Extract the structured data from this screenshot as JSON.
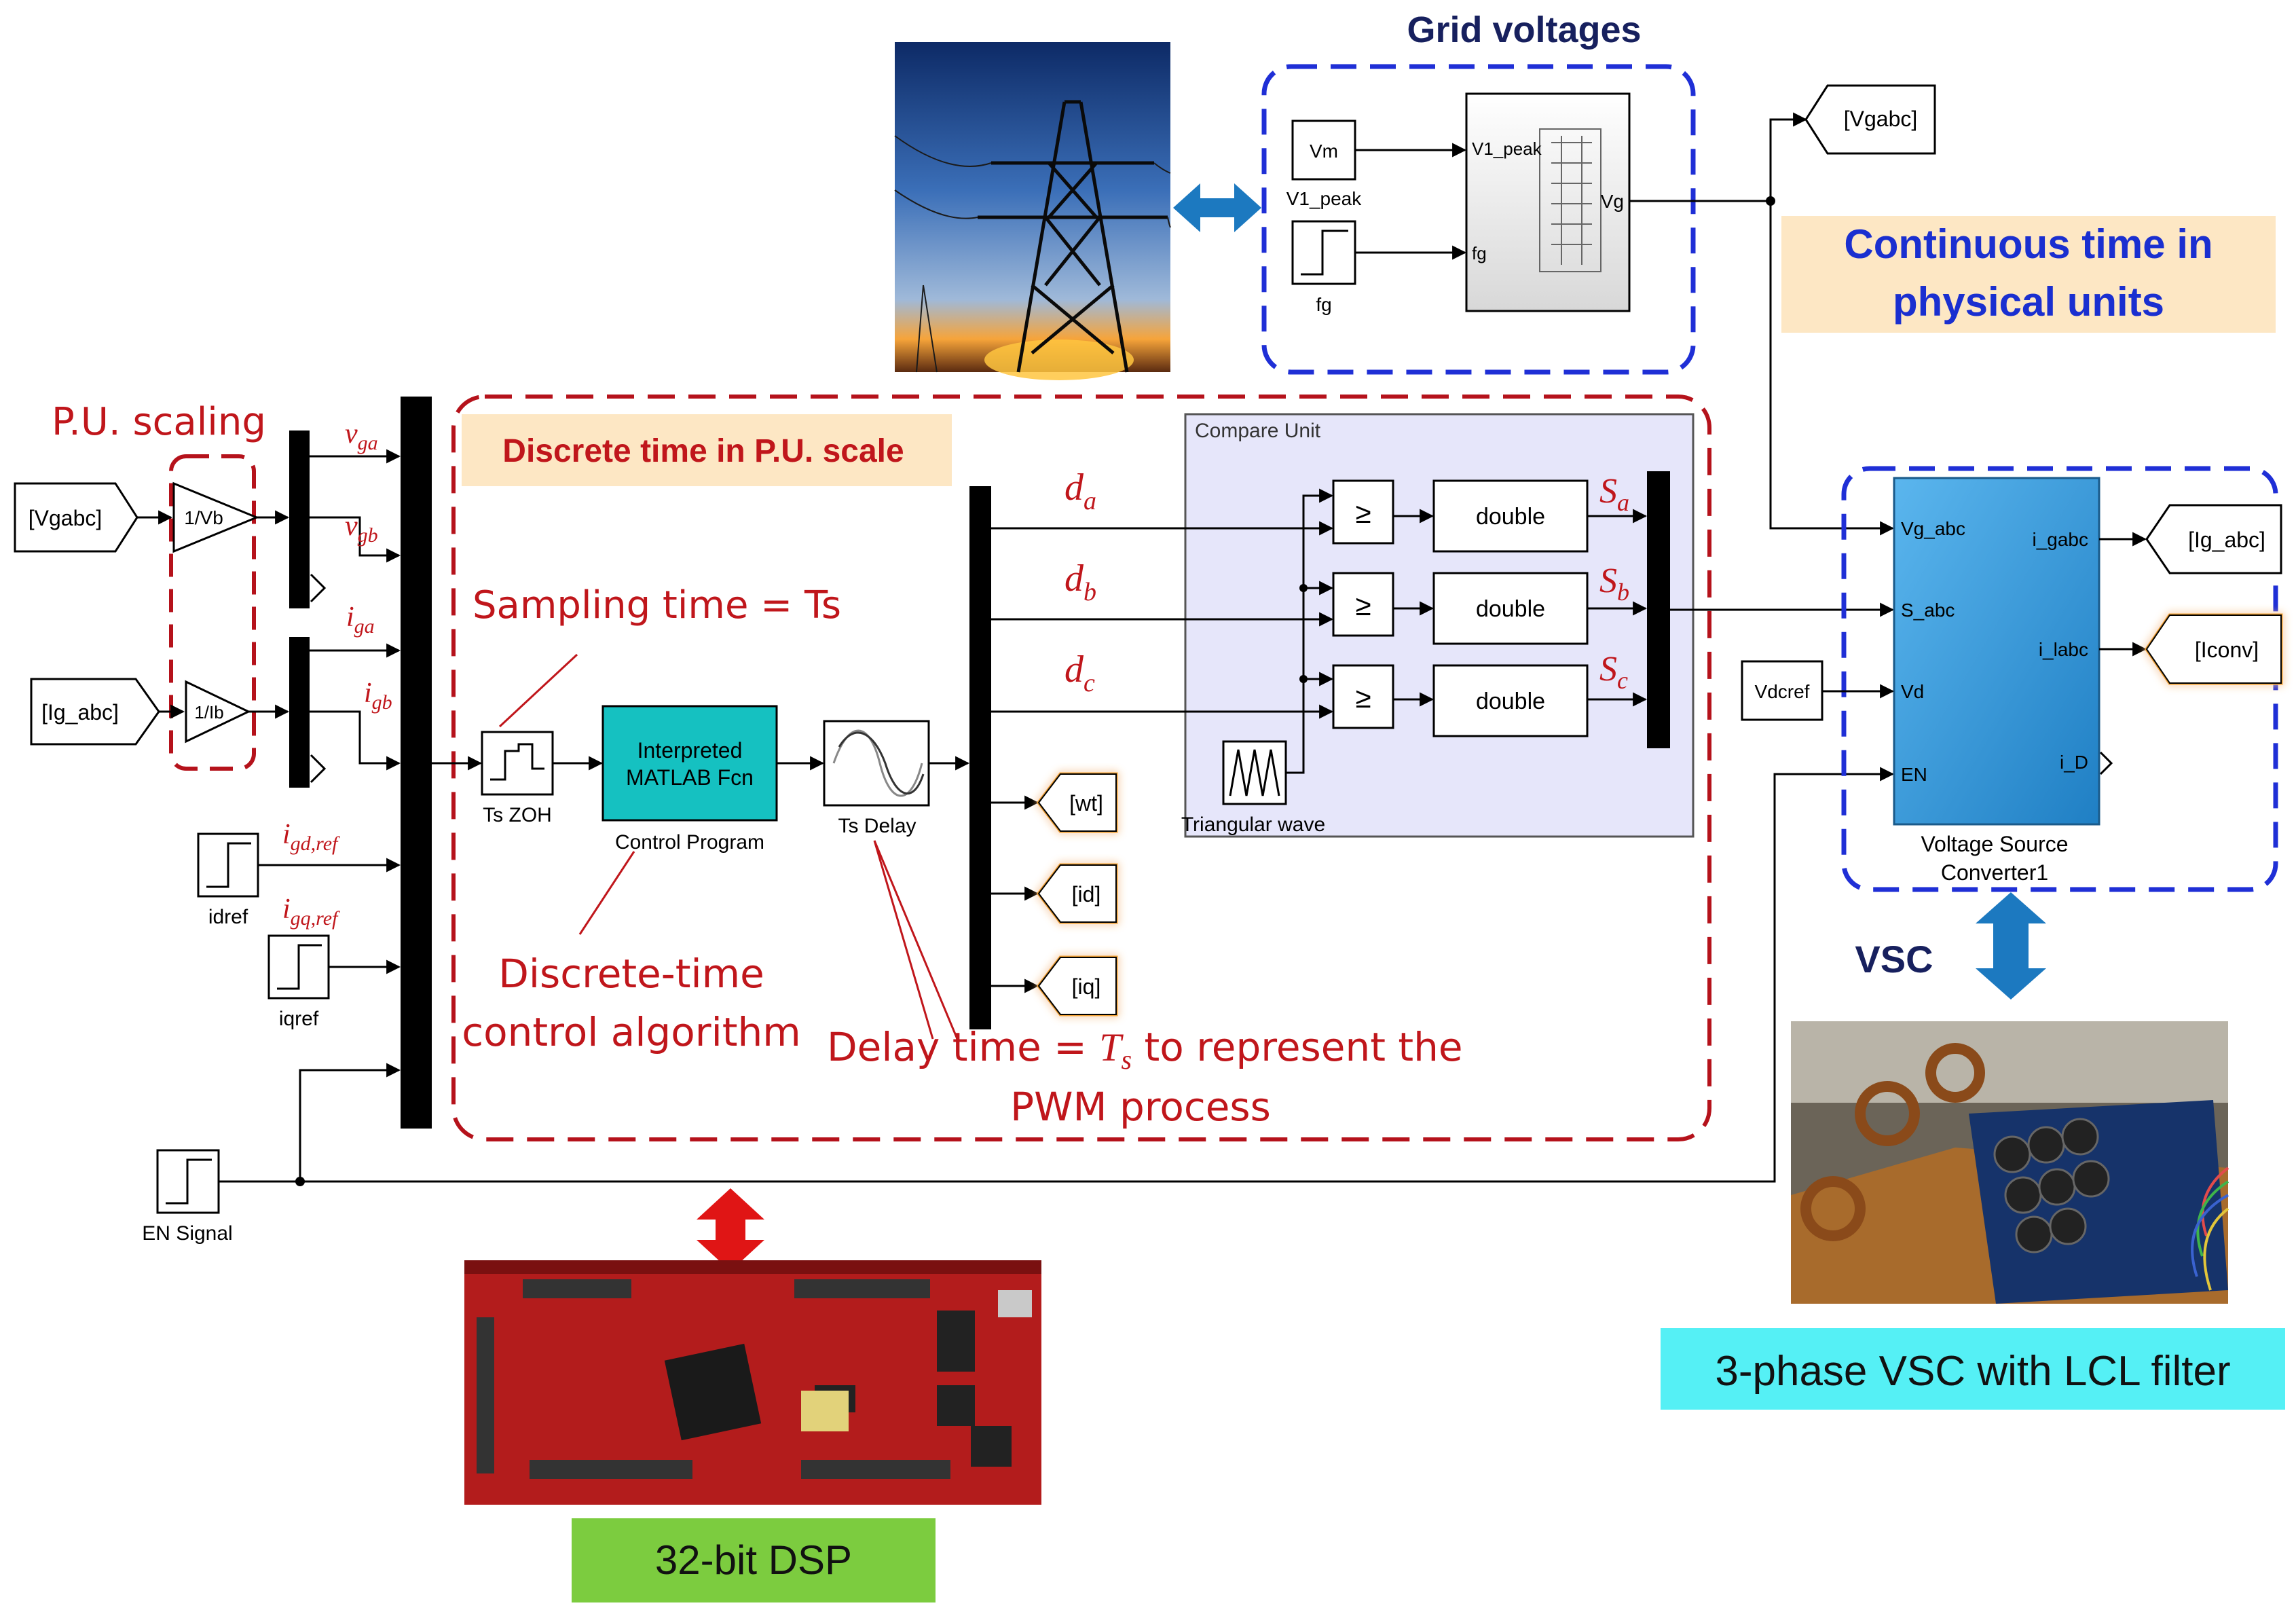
{
  "titles": {
    "grid_voltages": "Grid voltages",
    "continuous_time": [
      "Continuous time in",
      "physical units"
    ],
    "pu_scaling": "P.U. scaling",
    "discrete_time": "Discrete time in P.U. scale",
    "sampling_time": "Sampling time = Ts",
    "discrete_alg": [
      "Discrete-time",
      "control algorithm"
    ],
    "delay_time_prefix": "Delay time = ",
    "delay_time_sym": "T",
    "delay_time_sub": "s",
    "delay_time_suffix": " to represent the",
    "delay_time_line2": "PWM process",
    "vsc": "VSC",
    "vsc_photo_caption": "3-phase VSC with LCL filter",
    "dsp_caption": "32-bit DSP"
  },
  "tags": {
    "vgabc_in": "[Vgabc]",
    "igabc_in": "[Ig_abc]",
    "vgabc_out": "[Vgabc]",
    "igabc_out": "[Ig_abc]",
    "iconv_out": "[Iconv]",
    "wt": "[wt]",
    "id": "[id]",
    "iq": "[iq]"
  },
  "blocks": {
    "gain_vb": "1/Vb",
    "gain_ib": "1/Ib",
    "vm": "Vm",
    "v1_peak": "V1_peak",
    "fg": "fg",
    "src_in_v1": "V1_peak",
    "src_in_fg": "fg",
    "src_out_vg": "Vg",
    "ts_zoh": "Ts ZOH",
    "interp_line1": "Interpreted",
    "interp_line2": "MATLAB Fcn",
    "control_program": "Control Program",
    "ts_delay": "Ts Delay",
    "compare_unit": "Compare Unit",
    "ge": "≥",
    "double": "double",
    "triangular_wave": "Triangular wave",
    "idref": "idref",
    "iqref": "iqref",
    "en_signal": "EN Signal",
    "vdcref": "Vdcref",
    "vsc_in_vg": "Vg_abc",
    "vsc_in_s": "S_abc",
    "vsc_in_vd": "Vd",
    "vsc_in_en": "EN",
    "vsc_out_ig": "i_gabc",
    "vsc_out_il": "i_labc",
    "vsc_out_id": "i_D",
    "vsc_name1": "Voltage Source",
    "vsc_name2": "Converter1"
  },
  "signals": {
    "v_ga": {
      "base": "v",
      "sub": "ga"
    },
    "v_gb": {
      "base": "v",
      "sub": "gb"
    },
    "i_ga": {
      "base": "i",
      "sub": "ga"
    },
    "i_gb": {
      "base": "i",
      "sub": "gb"
    },
    "i_gdref": {
      "base": "i",
      "sub": "gd,ref"
    },
    "i_gqref": {
      "base": "i",
      "sub": "gq,ref"
    },
    "d_a": {
      "base": "d",
      "sub": "a"
    },
    "d_b": {
      "base": "d",
      "sub": "b"
    },
    "d_c": {
      "base": "d",
      "sub": "c"
    },
    "s_a": {
      "base": "S",
      "sub": "a"
    },
    "s_b": {
      "base": "S",
      "sub": "b"
    },
    "s_c": {
      "base": "S",
      "sub": "c"
    }
  },
  "colors": {
    "red_frame": "#b5121b",
    "blue_frame": "#1f2fd6",
    "title_navy": "#17205e",
    "blue_title": "#1a2fd0",
    "cream_box": "#fde7c4",
    "compare_fill": "#e6e6fa",
    "teal_block": "#15c1c1",
    "vsc_block": "#3ea3e0",
    "cyan_caption": "#55f0f5",
    "green_caption": "#7ccc3f",
    "double_arrow": "#1c79c0",
    "dsp_arrow": "#e01515",
    "pcb_red": "#b31c1c"
  }
}
